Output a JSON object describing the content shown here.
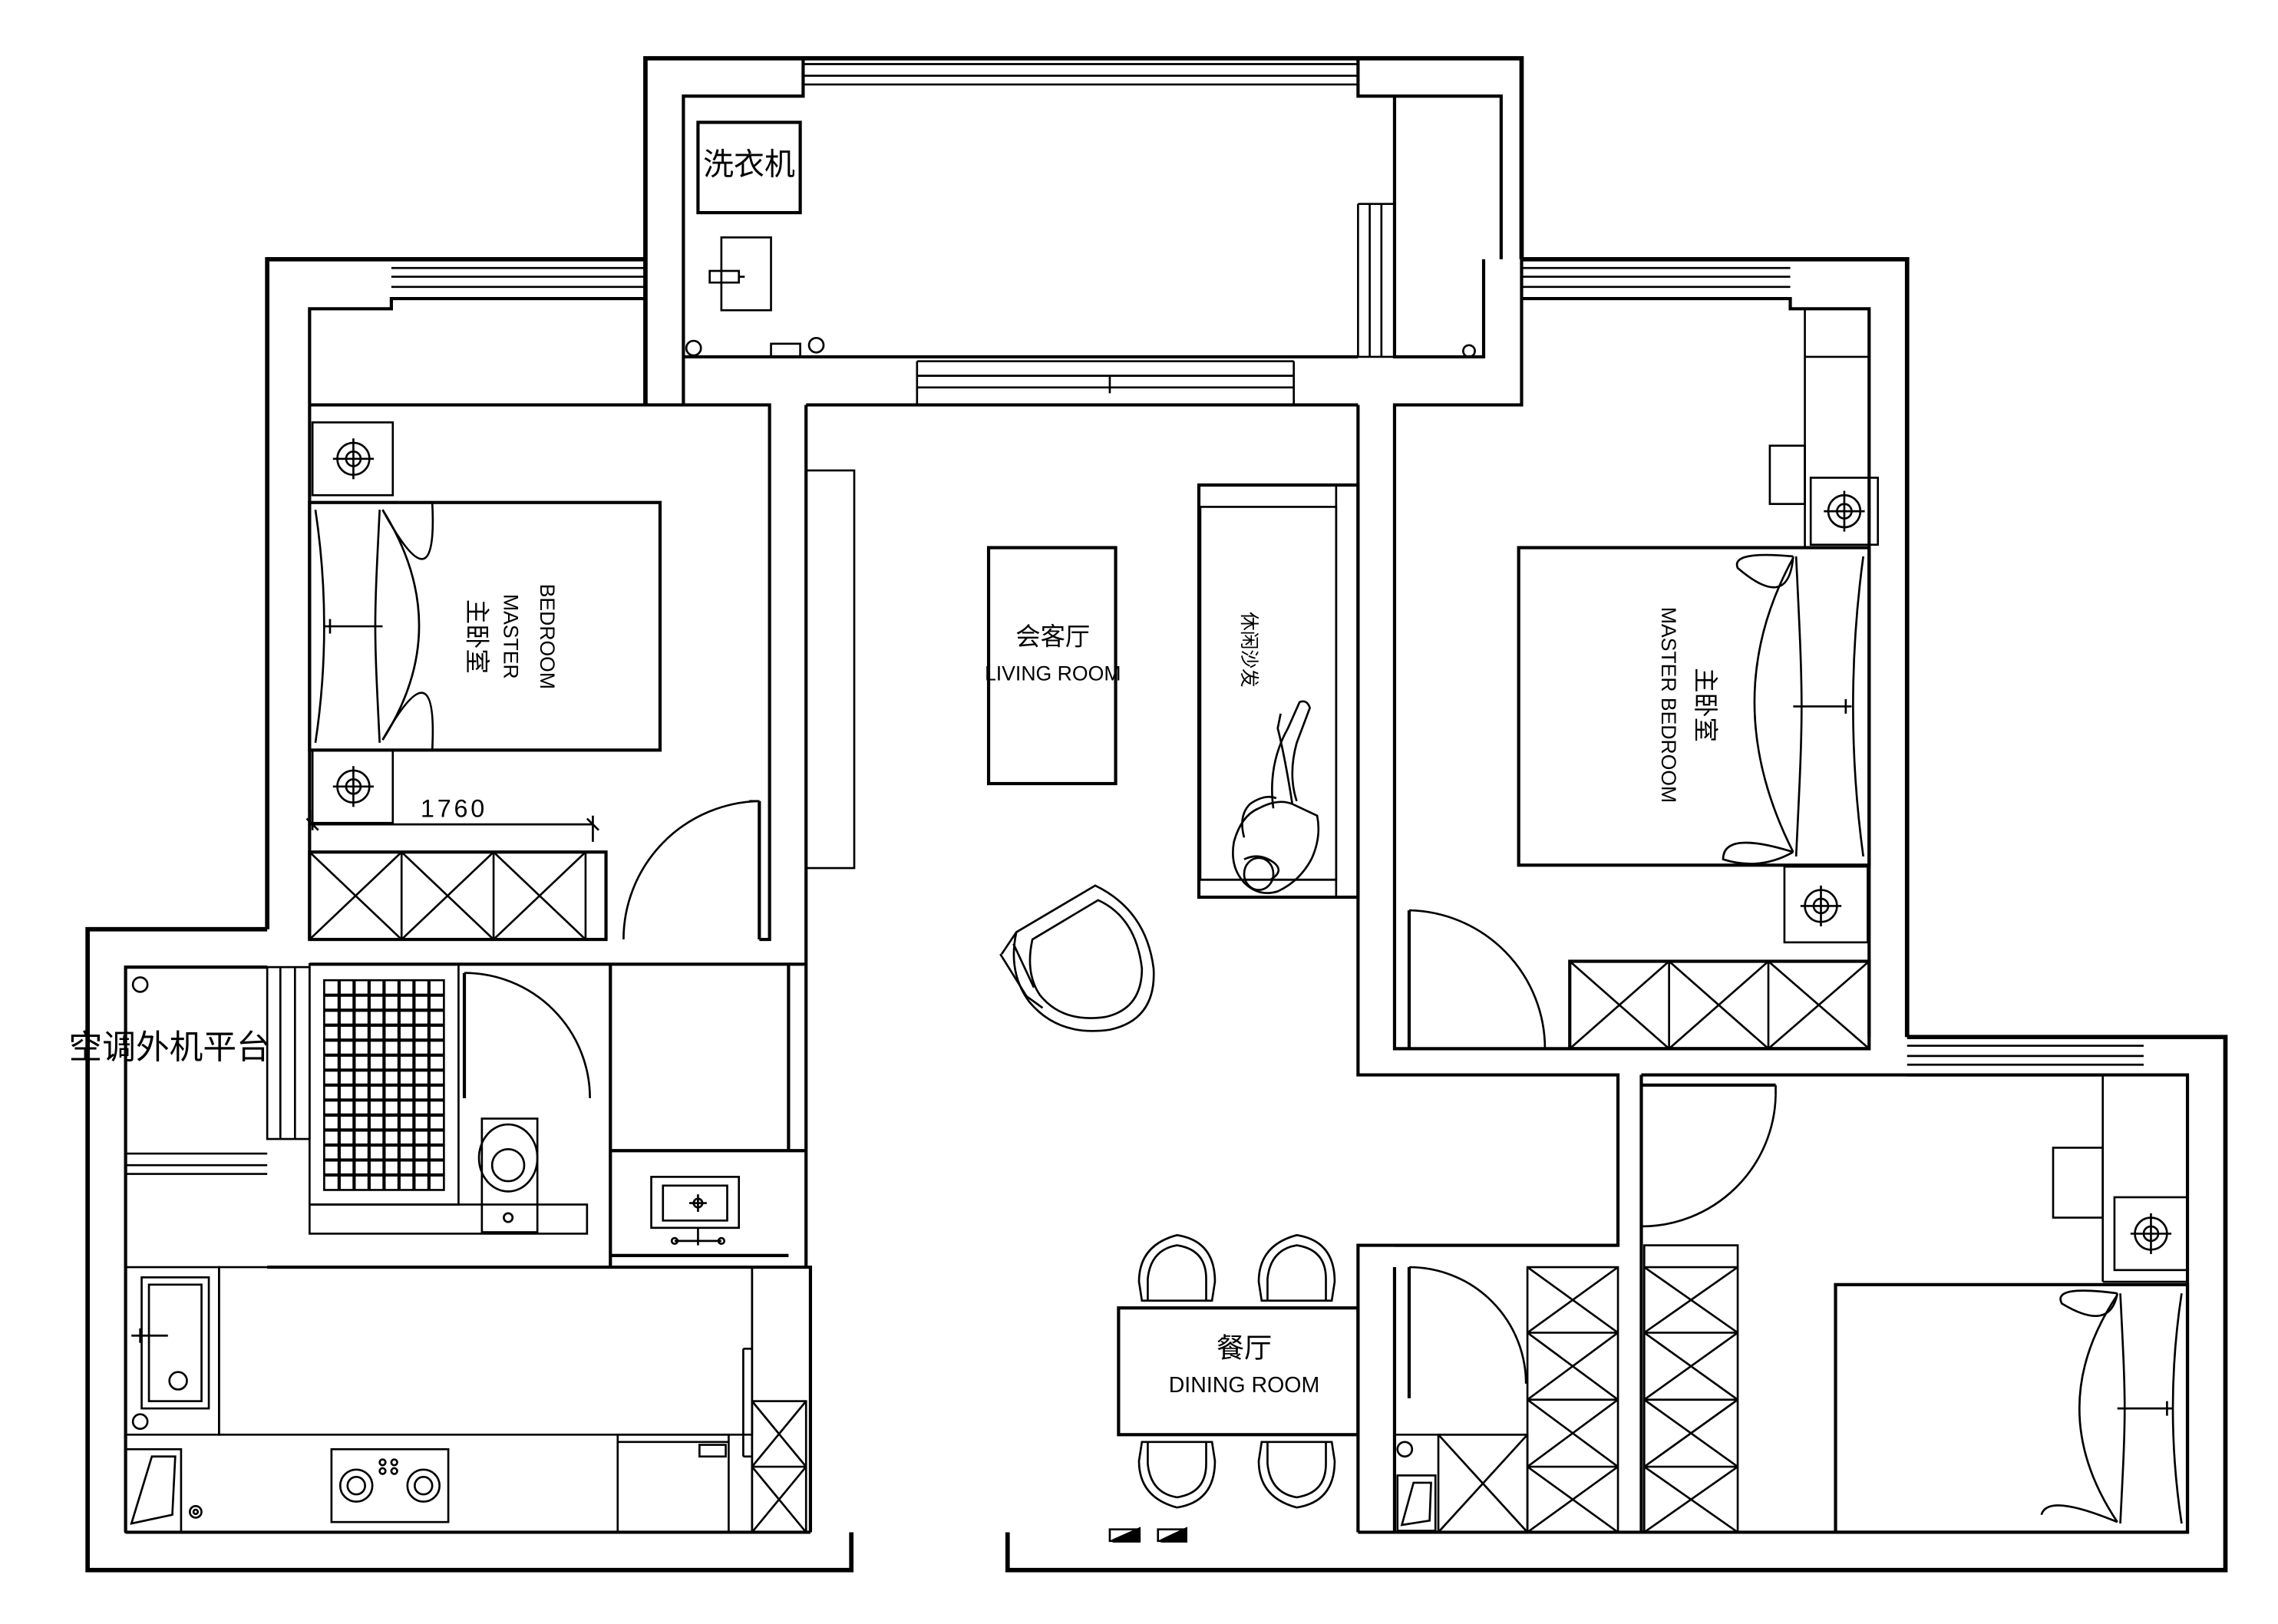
{
  "rooms": {
    "bedroom_left_cn": "主卧室",
    "bedroom_left_en_1": "MASTER",
    "bedroom_left_en_2": "BEDROOM",
    "bedroom_right_cn": "主卧室",
    "bedroom_right_en": "MASTER BEDROOM",
    "living_cn": "会客厅",
    "living_en": "LIVING ROOM",
    "dining_cn": "餐厅",
    "dining_en": "DINING ROOM",
    "sofa_cn": "休闲沙发",
    "washer_cn": "洗衣机",
    "ac_platform_cn": "空调外机平台"
  },
  "dimensions": {
    "bed_width": "1760"
  },
  "colors": {
    "line": "#000000",
    "background": "#ffffff"
  }
}
